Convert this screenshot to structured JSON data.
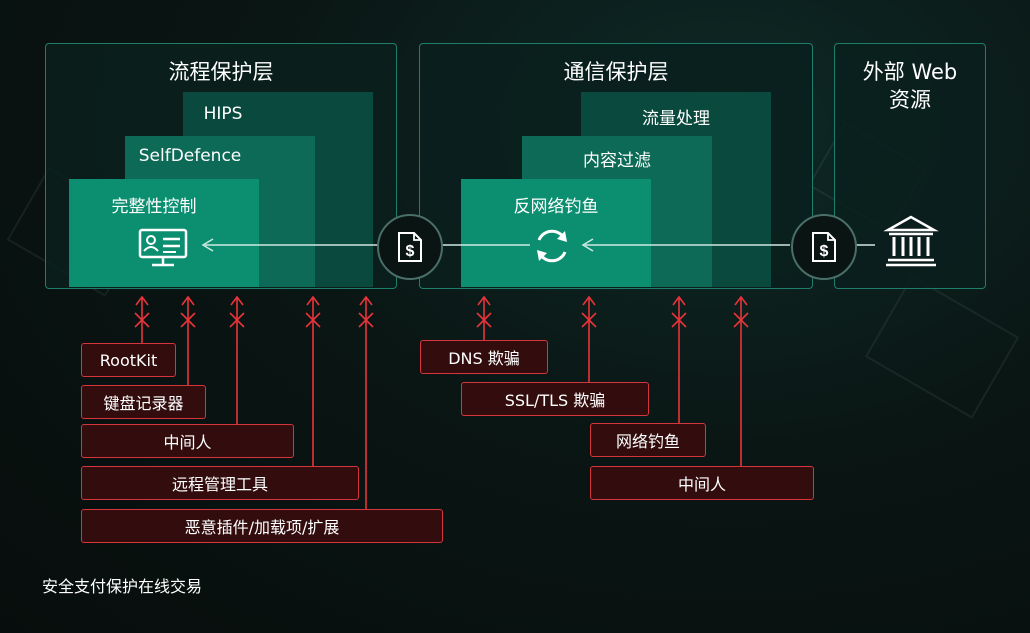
{
  "panels": {
    "process": {
      "title": "流程保护层",
      "layers": [
        "HIPS",
        "SelfDefence",
        "完整性控制"
      ],
      "icon": "monitor-id-card-icon"
    },
    "communication": {
      "title": "通信保护层",
      "layers": [
        "流量处理",
        "内容过滤",
        "反网络钓鱼"
      ],
      "icon": "sync-arrows-icon"
    },
    "external": {
      "title_line1": "外部 Web",
      "title_line2": "资源",
      "icon": "bank-building-icon"
    }
  },
  "connector_icon": "secure-dollar-document-icon",
  "threats_left": [
    "RootKit",
    "键盘记录器",
    "中间人",
    "远程管理工具",
    "恶意插件/加载项/扩展"
  ],
  "threats_right": [
    "DNS 欺骗",
    "SSL/TLS 欺骗",
    "网络钓鱼",
    "中间人"
  ],
  "caption": "安全支付保护在线交易",
  "colors": {
    "panel_border": "#1f7e6a",
    "layer_dark": "#0a4a3e",
    "layer_mid": "#0d6a56",
    "layer_bright": "#0c8f70",
    "threat_red": "#d4363c",
    "threat_fill": "#330d0e"
  }
}
